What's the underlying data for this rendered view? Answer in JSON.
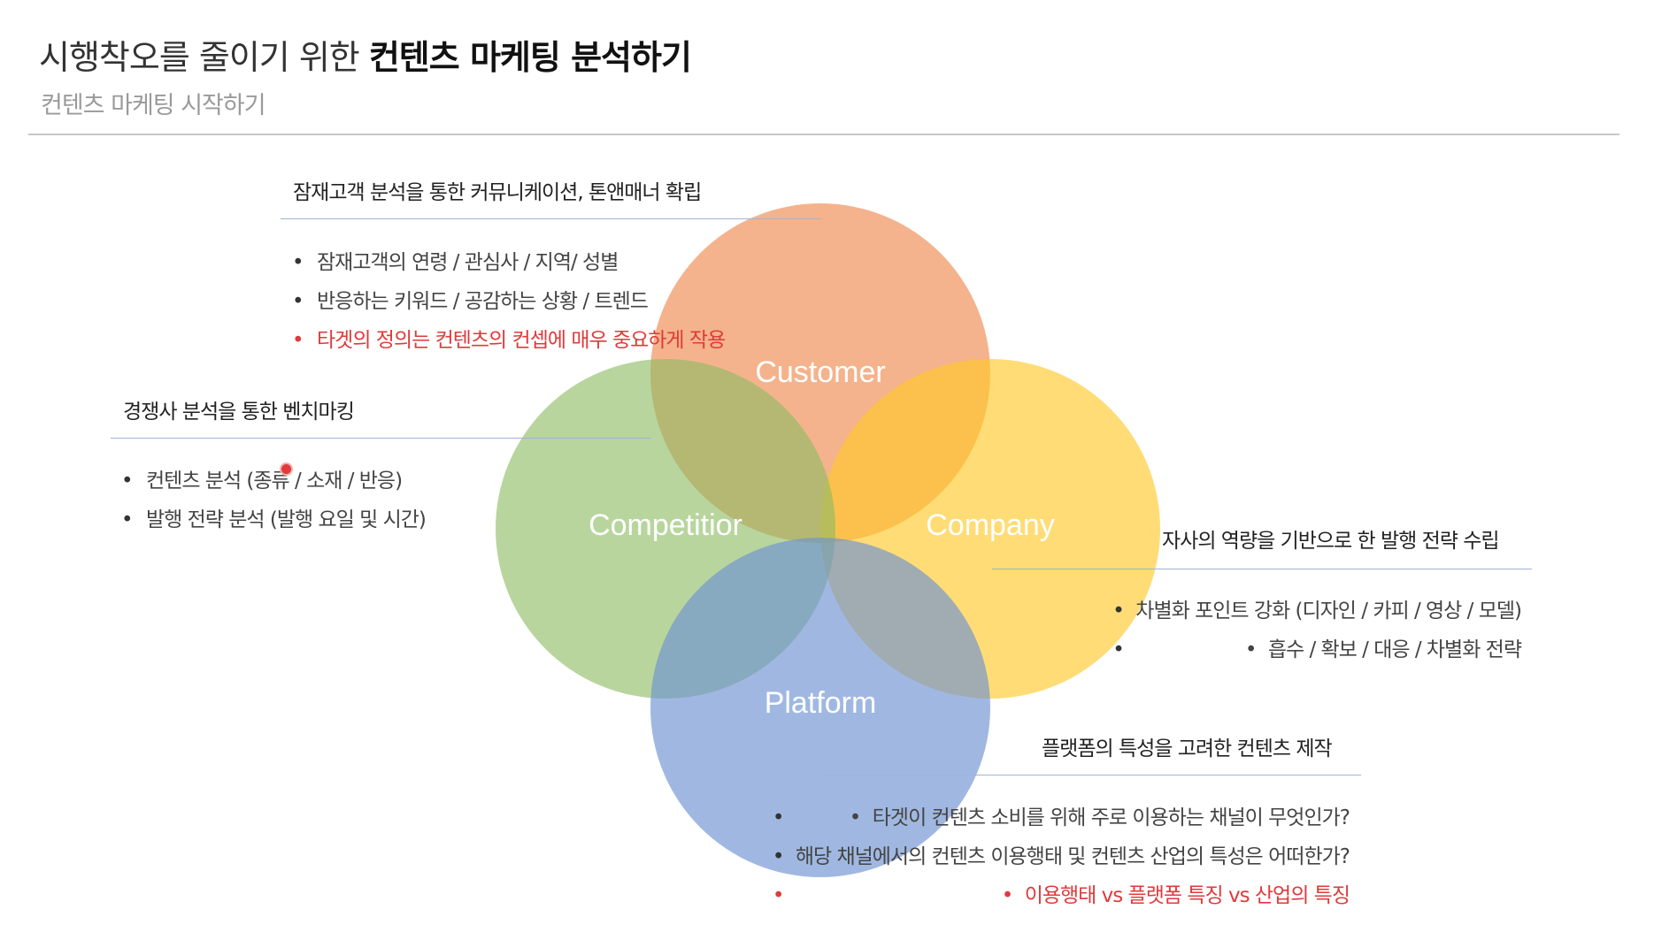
{
  "header": {
    "title_regular": "시행착오를 줄이기 위한 ",
    "title_bold": "컨텐츠 마케팅 분석하기",
    "subtitle": "컨텐츠 마케팅 시작하기"
  },
  "colors": {
    "customer": "#f0965f",
    "competitor": "#8cbc63",
    "company": "#ffc928",
    "platform": "#6f93d2",
    "rule": "#9fb3d6",
    "highlight": "#e03a3a"
  },
  "circles": {
    "customer": "Customer",
    "competitor": "Competitior",
    "company": "Company",
    "platform": "Platform"
  },
  "customer_section": {
    "heading": "잠재고객 분석을 통한 커뮤니케이션, 톤앤매너 확립",
    "bullets": [
      "잠재고객의 연령 / 관심사 / 지역/ 성별",
      "반응하는 키워드 / 공감하는 상황 / 트렌드",
      "타겟의 정의는 컨텐츠의 컨셉에 매우 중요하게 작용"
    ]
  },
  "competitor_section": {
    "heading": "경쟁사 분석을 통한 벤치마킹",
    "bullets": [
      "컨텐츠 분석 (종류 / 소재 / 반응)",
      "발행 전략 분석 (발행 요일 및 시간)"
    ]
  },
  "company_section": {
    "heading": "자사의 역량을 기반으로 한 발행 전략 수립",
    "bullets": [
      "차별화 포인트 강화 (디자인 / 카피 / 영상 / 모델)",
      "흡수 / 확보 / 대응 / 차별화 전략"
    ]
  },
  "platform_section": {
    "heading": "플랫폼의 특성을 고려한 컨텐츠 제작",
    "bullets": [
      "타겟이 컨텐츠 소비를 위해 주로 이용하는 채널이 무엇인가?",
      "해당 채널에서의 컨텐츠 이용행태 및 컨텐츠 산업의 특성은 어떠한가?",
      "이용행태 vs 플랫폼 특징 vs 산업의 특징"
    ]
  }
}
